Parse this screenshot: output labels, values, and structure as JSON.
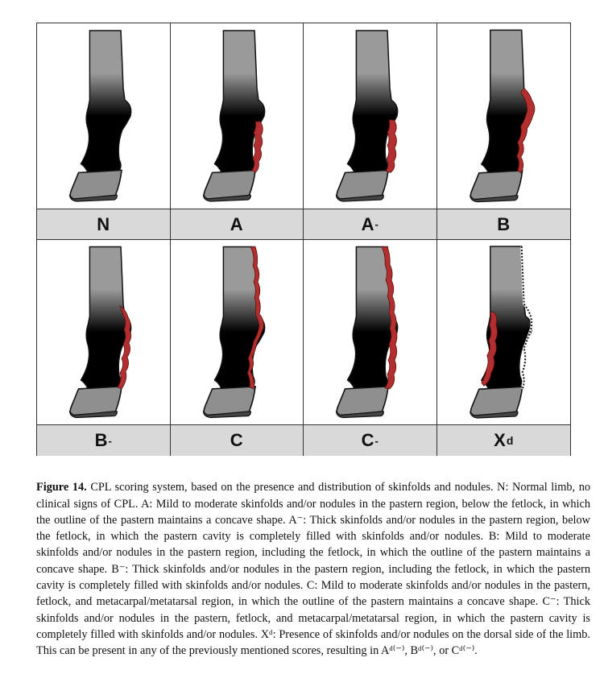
{
  "figure": {
    "panels": [
      {
        "id": "N",
        "label": "N",
        "modifier": "",
        "lesion": "none"
      },
      {
        "id": "A",
        "label": "A",
        "modifier": "",
        "lesion": "pastern-mild"
      },
      {
        "id": "A-",
        "label": "A",
        "modifier": "-",
        "lesion": "pastern-thick"
      },
      {
        "id": "B",
        "label": "B",
        "modifier": "",
        "lesion": "pastern-fetlock-mild"
      },
      {
        "id": "B-",
        "label": "B",
        "modifier": "-",
        "lesion": "pastern-fetlock-thick"
      },
      {
        "id": "C",
        "label": "C",
        "modifier": "",
        "lesion": "pastern-fetlock-metacarpal-mild"
      },
      {
        "id": "C-",
        "label": "C",
        "modifier": "-",
        "lesion": "pastern-fetlock-metacarpal-thick"
      },
      {
        "id": "Xd",
        "label": "X",
        "subscript": "d",
        "lesion": "dorsal"
      }
    ],
    "colors": {
      "limb_gray": "#9a9a9a",
      "limb_dark": "#000000",
      "lesion_red": "#b32e2e",
      "label_band": "#d9d9d9",
      "border": "#333333"
    }
  },
  "caption": {
    "figure_number": "Figure 14.",
    "text": " CPL scoring system, based on the presence and distribution of skinfolds and nodules. N: Normal limb, no clinical signs of CPL. A: Mild to moderate skinfolds and/or nodules in the pastern region, below the fetlock, in which the outline of the pastern maintains a concave shape. A⁻: Thick skinfolds and/or nodules in the pastern region, below the fetlock, in which the pastern cavity is completely filled with skinfolds and/or nodules. B: Mild to moderate skinfolds and/or nodules in the pastern region, including the fetlock, in which the outline of the pastern maintains a concave shape. B⁻: Thick skinfolds and/or nodules in the pastern region, including the fetlock, in which the pastern cavity is completely filled with skinfolds and/or nodules. C: Mild to moderate skinfolds and/or nodules in the pastern, fetlock, and metacarpal/metatarsal region, in which the outline of the pastern maintains a concave shape. C⁻: Thick skinfolds and/or nodules in the pastern, fetlock, and metacarpal/metatarsal region, in which the pastern cavity is completely filled with skinfolds and/or nodules. Xᵈ: Presence of skinfolds and/or nodules on the dorsal side of the limb. This can be present in any of the previously mentioned scores, resulting in Aᵈ⁽⁻⁾, Bᵈ⁽⁻⁾, or Cᵈ⁽⁻⁾."
  }
}
